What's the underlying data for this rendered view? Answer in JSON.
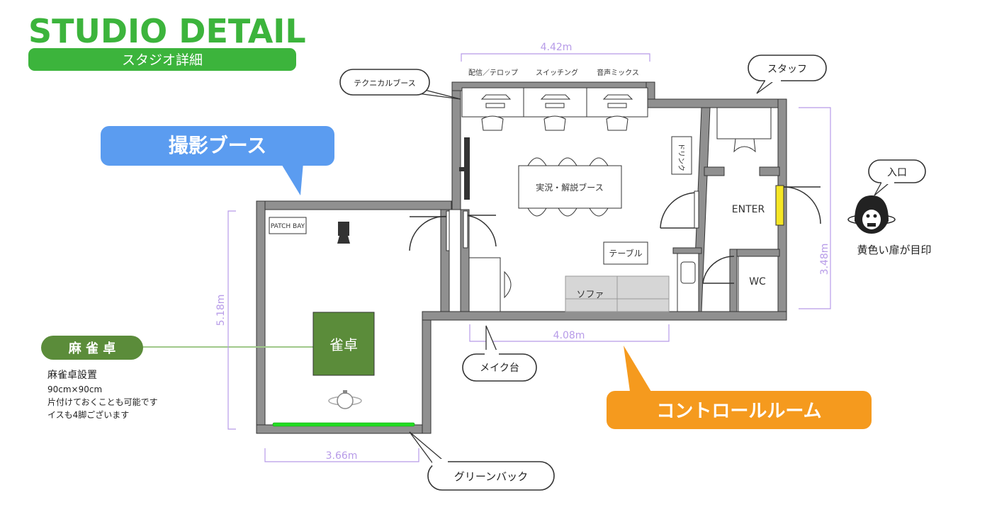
{
  "header": {
    "title": "STUDIO DETAIL",
    "subtitle": "スタジオ詳細"
  },
  "labels": {
    "shooting_booth": "撮影ブース",
    "control_room": "コントロールルーム",
    "mahjong_table": "麻 雀 卓",
    "mahjong_table_inner": "雀卓",
    "technical_booth": "テクニカルブース",
    "staff": "スタッフ",
    "entrance": "入口",
    "entrance_note": "黄色い扉が目印",
    "makeup_desk": "メイク台",
    "green_back": "グリーンバック",
    "patch_bay": "PATCH BAY",
    "commentary_booth": "実況・解説ブース",
    "drink": "ドリンク",
    "table": "テーブル",
    "sofa": "ソファ",
    "enter": "ENTER",
    "wc": "WC",
    "tech_1": "配信／テロップ",
    "tech_2": "スイッチング",
    "tech_3": "音声ミックス"
  },
  "dimensions": {
    "top_width": "4.42m",
    "booth_height": "5.18m",
    "booth_width": "3.66m",
    "control_width": "4.08m",
    "right_height": "3.48m"
  },
  "mahjong_info": {
    "heading": "麻雀卓設置",
    "lines": [
      "90cm×90cm",
      "片付けておくことも可能です",
      "イスも4脚ございます"
    ]
  },
  "colors": {
    "title_green": "#3cb43c",
    "wall": "#909090",
    "booth_blue": "#5b9cf0",
    "control_orange": "#f59a1e",
    "mahjong_green": "#5b8c3a",
    "green_back": "#22dd22",
    "door_yellow": "#f5e625",
    "dimension_line": "#b79be8"
  }
}
